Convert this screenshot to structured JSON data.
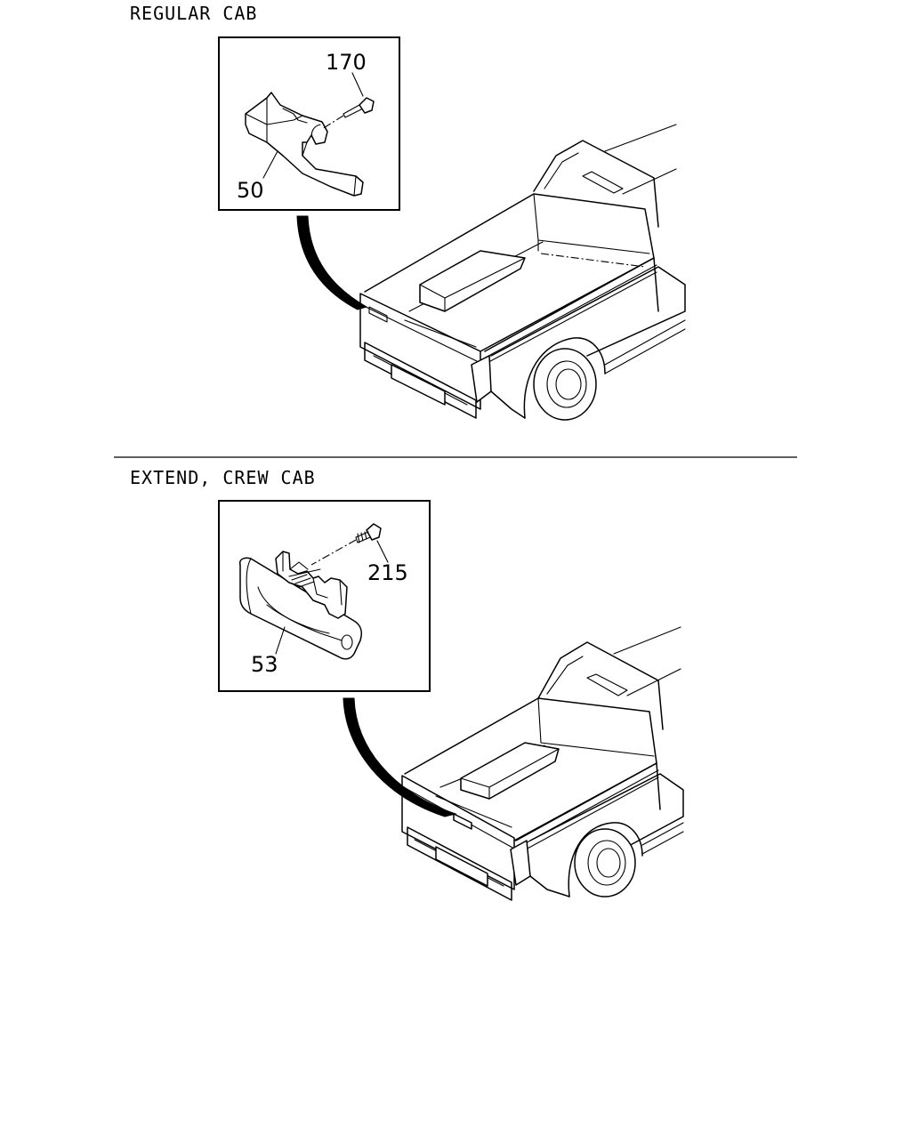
{
  "sections": [
    {
      "title": "REGULAR CAB",
      "callouts": {
        "bolt": "170",
        "handle": "50"
      }
    },
    {
      "title": "EXTEND, CREW CAB",
      "callouts": {
        "bolt": "215",
        "handle": "53"
      }
    }
  ]
}
